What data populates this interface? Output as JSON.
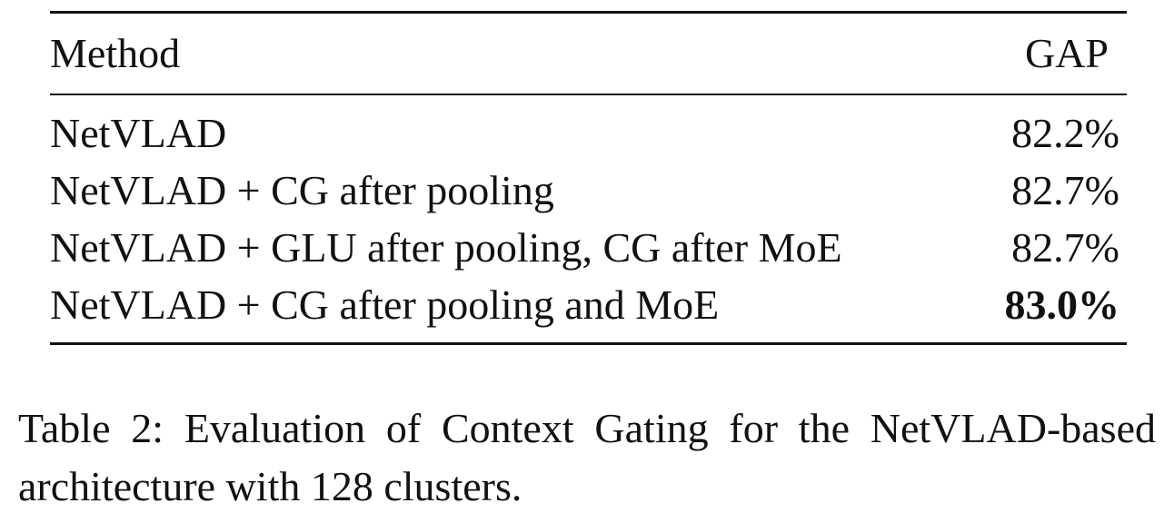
{
  "table": {
    "headers": {
      "method": "Method",
      "gap": "GAP"
    },
    "rows": [
      {
        "method": "NetVLAD",
        "gap": "82.2%",
        "bold": false
      },
      {
        "method": "NetVLAD + CG after pooling",
        "gap": "82.7%",
        "bold": false
      },
      {
        "method": "NetVLAD + GLU after pooling, CG after MoE",
        "gap": "82.7%",
        "bold": false
      },
      {
        "method": "NetVLAD + CG after pooling and MoE",
        "gap": "83.0%",
        "bold": true
      }
    ]
  },
  "caption": {
    "text": "Table 2: Evaluation of Context Gating for the NetVLAD-based architecture with 128 clusters."
  }
}
